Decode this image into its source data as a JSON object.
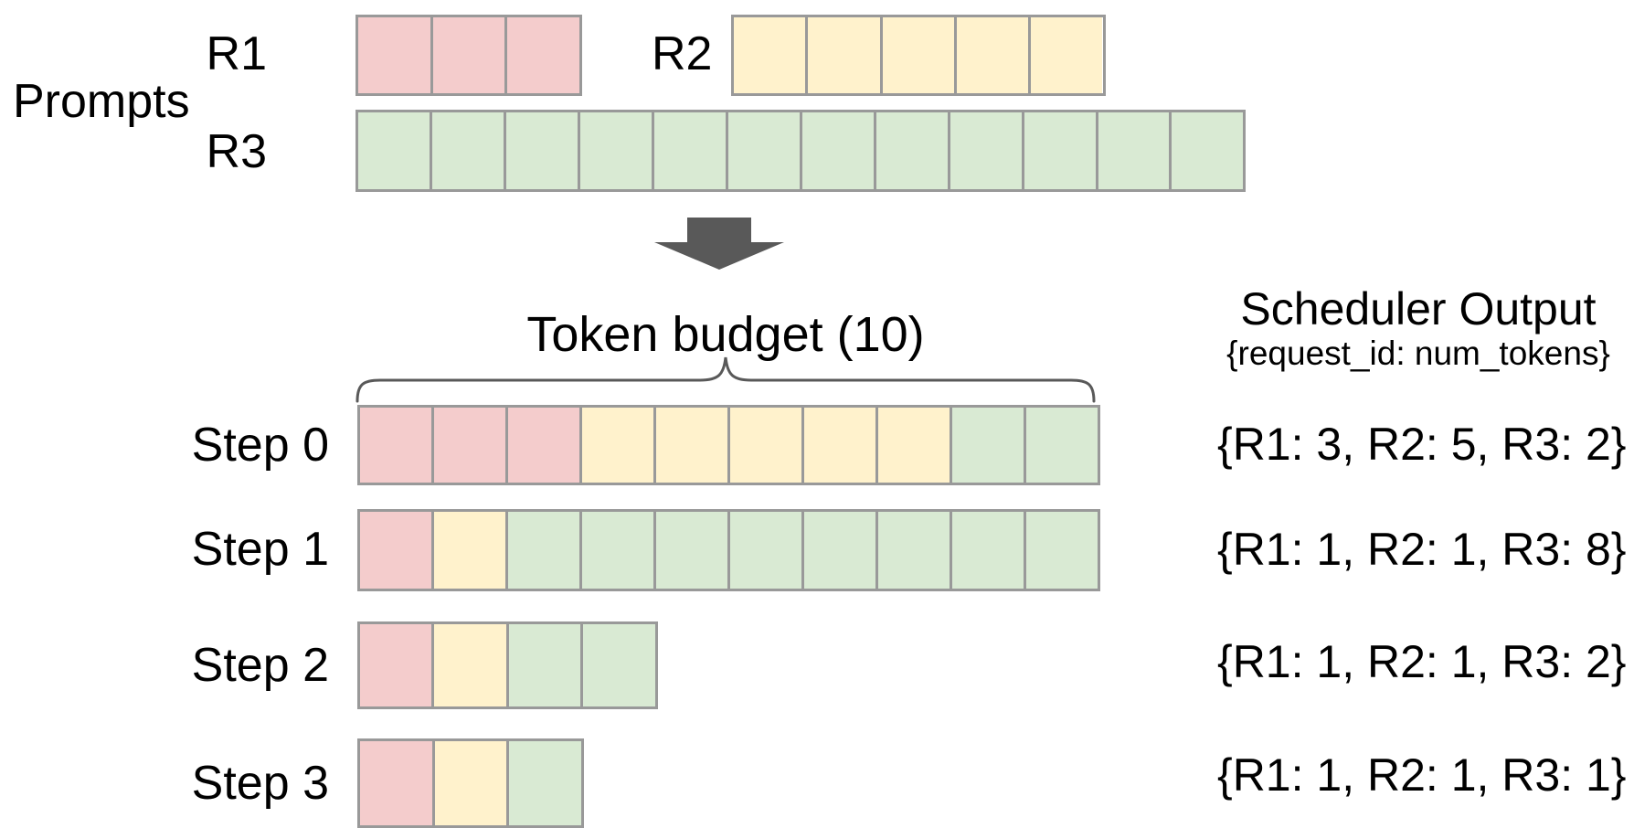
{
  "palette": {
    "r1_color": "#f4cccc",
    "r2_color": "#fff2cc",
    "r3_color": "#d9ead3",
    "cell_border": "#999999",
    "arrow": "#595959",
    "brace": "#595959",
    "text": "#000000",
    "background": "#ffffff"
  },
  "prompts": {
    "section_label": "Prompts",
    "requests": [
      {
        "label": "R1",
        "num_tokens": 3,
        "color": "#f4cccc",
        "segments": [
          {
            "request": "R1",
            "count": 3,
            "color": "#f4cccc"
          }
        ]
      },
      {
        "label": "R2",
        "num_tokens": 5,
        "color": "#fff2cc",
        "segments": [
          {
            "request": "R2",
            "count": 5,
            "color": "#fff2cc"
          }
        ]
      },
      {
        "label": "R3",
        "num_tokens": 12,
        "color": "#d9ead3",
        "segments": [
          {
            "request": "R3",
            "count": 12,
            "color": "#d9ead3"
          }
        ]
      }
    ]
  },
  "token_budget": {
    "label": "Token budget (10)",
    "value": 10
  },
  "scheduler_output": {
    "title": "Scheduler Output",
    "subtitle": "{request_id: num_tokens}"
  },
  "steps": [
    {
      "label": "Step 0",
      "allocation": {
        "R1": 3,
        "R2": 5,
        "R3": 2
      },
      "output": "{R1: 3, R2: 5, R3: 2}",
      "segments": [
        {
          "request": "R1",
          "count": 3,
          "color": "#f4cccc"
        },
        {
          "request": "R2",
          "count": 5,
          "color": "#fff2cc"
        },
        {
          "request": "R3",
          "count": 2,
          "color": "#d9ead3"
        }
      ]
    },
    {
      "label": "Step 1",
      "allocation": {
        "R1": 1,
        "R2": 1,
        "R3": 8
      },
      "output": "{R1: 1, R2: 1, R3: 8}",
      "segments": [
        {
          "request": "R1",
          "count": 1,
          "color": "#f4cccc"
        },
        {
          "request": "R2",
          "count": 1,
          "color": "#fff2cc"
        },
        {
          "request": "R3",
          "count": 8,
          "color": "#d9ead3"
        }
      ]
    },
    {
      "label": "Step 2",
      "allocation": {
        "R1": 1,
        "R2": 1,
        "R3": 2
      },
      "output": "{R1: 1, R2: 1, R3: 2}",
      "segments": [
        {
          "request": "R1",
          "count": 1,
          "color": "#f4cccc"
        },
        {
          "request": "R2",
          "count": 1,
          "color": "#fff2cc"
        },
        {
          "request": "R3",
          "count": 2,
          "color": "#d9ead3"
        }
      ]
    },
    {
      "label": "Step 3",
      "allocation": {
        "R1": 1,
        "R2": 1,
        "R3": 1
      },
      "output": "{R1: 1, R2: 1, R3: 1}",
      "segments": [
        {
          "request": "R1",
          "count": 1,
          "color": "#f4cccc"
        },
        {
          "request": "R2",
          "count": 1,
          "color": "#fff2cc"
        },
        {
          "request": "R3",
          "count": 1,
          "color": "#d9ead3"
        }
      ]
    }
  ]
}
